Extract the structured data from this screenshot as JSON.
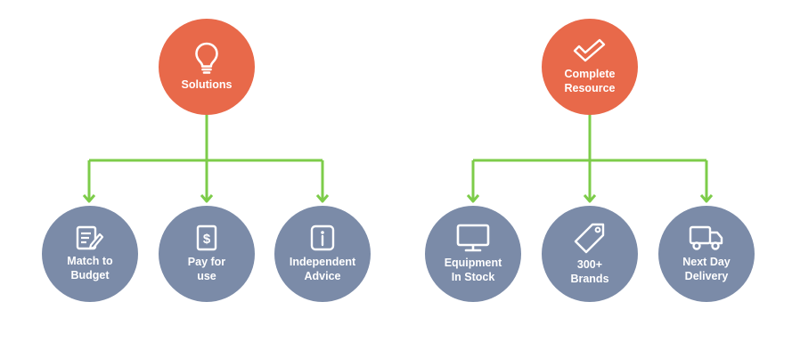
{
  "colors": {
    "root_fill": "#e8694a",
    "leaf_fill": "#7b8ba8",
    "connector": "#7dcc4a",
    "text": "#ffffff",
    "background": "#ffffff"
  },
  "groups": [
    {
      "root": {
        "label": "Solutions",
        "icon": "lightbulb-icon"
      },
      "children": [
        {
          "label": "Match to\nBudget",
          "icon": "document-edit-icon"
        },
        {
          "label": "Pay for\nuse",
          "icon": "dollar-card-icon"
        },
        {
          "label": "Independent\nAdvice",
          "icon": "info-box-icon"
        }
      ]
    },
    {
      "root": {
        "label": "Complete\nResource",
        "icon": "checkmark-icon"
      },
      "children": [
        {
          "label": "Equipment\nIn Stock",
          "icon": "monitor-icon"
        },
        {
          "label": "300+\nBrands",
          "icon": "price-tag-icon"
        },
        {
          "label": "Next Day\nDelivery",
          "icon": "delivery-truck-icon"
        }
      ]
    }
  ]
}
